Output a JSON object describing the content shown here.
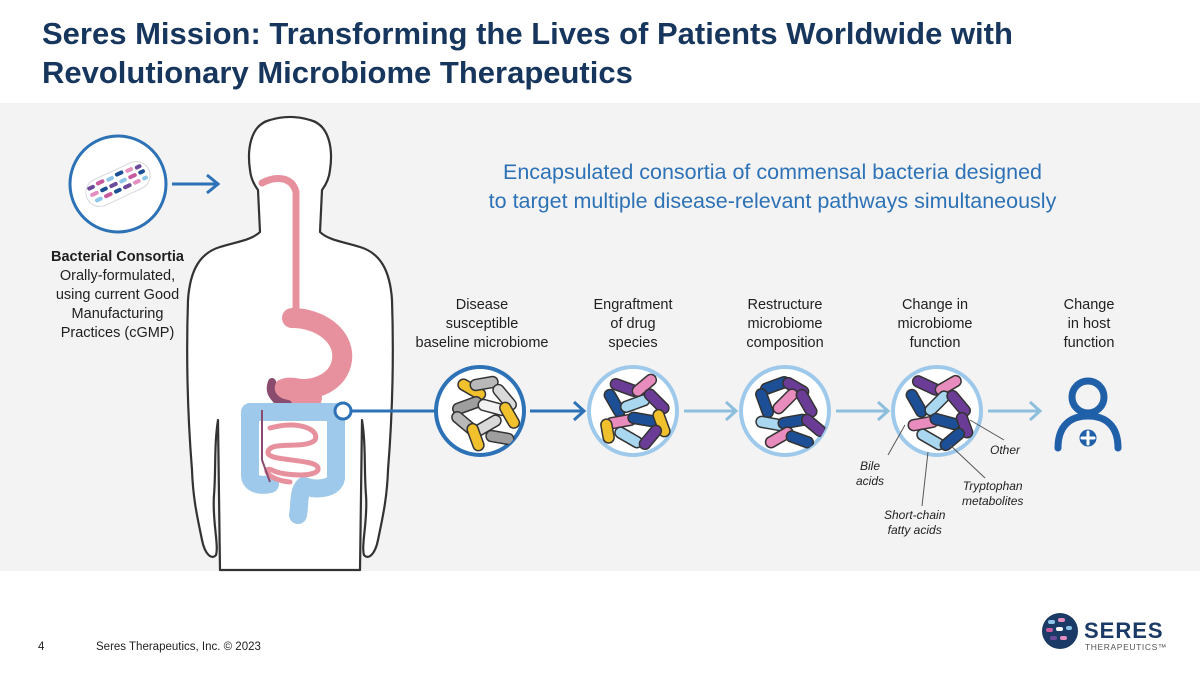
{
  "title": {
    "line1": "Seres Mission: Transforming the Lives of Patients Worldwide with",
    "line2": "Revolutionary Microbiome Therapeutics"
  },
  "subtitle": {
    "line1": "Encapsulated consortia of commensal bacteria designed",
    "line2": "to target multiple disease-relevant pathways simultaneously"
  },
  "consortia": {
    "heading": "Bacterial Consortia",
    "lines": [
      "Orally-formulated,",
      "using current Good",
      "Manufacturing",
      "Practices (cGMP)"
    ]
  },
  "stages": [
    {
      "lines": [
        "Disease",
        "susceptible",
        "baseline microbiome"
      ]
    },
    {
      "lines": [
        "Engraftment",
        "of drug",
        "species"
      ]
    },
    {
      "lines": [
        "Restructure",
        "microbiome",
        "composition"
      ]
    },
    {
      "lines": [
        "Change in",
        "microbiome",
        "function"
      ]
    },
    {
      "lines": [
        "Change",
        "in host",
        "function"
      ]
    }
  ],
  "metabolite_labels": {
    "other": "Other",
    "bile": [
      "Bile",
      "acids"
    ],
    "tryptophan": [
      "Tryptophan",
      "metabolites"
    ],
    "scfa": [
      "Short-chain",
      "fatty acids"
    ]
  },
  "footer": {
    "page_number": "4",
    "copyright": "Seres Therapeutics, Inc. © 2023"
  },
  "logo": {
    "name": "SERES",
    "sub": "THERAPEUTICS™"
  },
  "colors": {
    "title": "#17365d",
    "accent_blue": "#2d72b6",
    "light_arrow": "#8dbfdc",
    "gut_pink": "#e8919e",
    "colon_blue": "#9ec9ea"
  },
  "icons": [
    "capsule-icon",
    "human-silhouette-icon",
    "person-plus-icon"
  ]
}
